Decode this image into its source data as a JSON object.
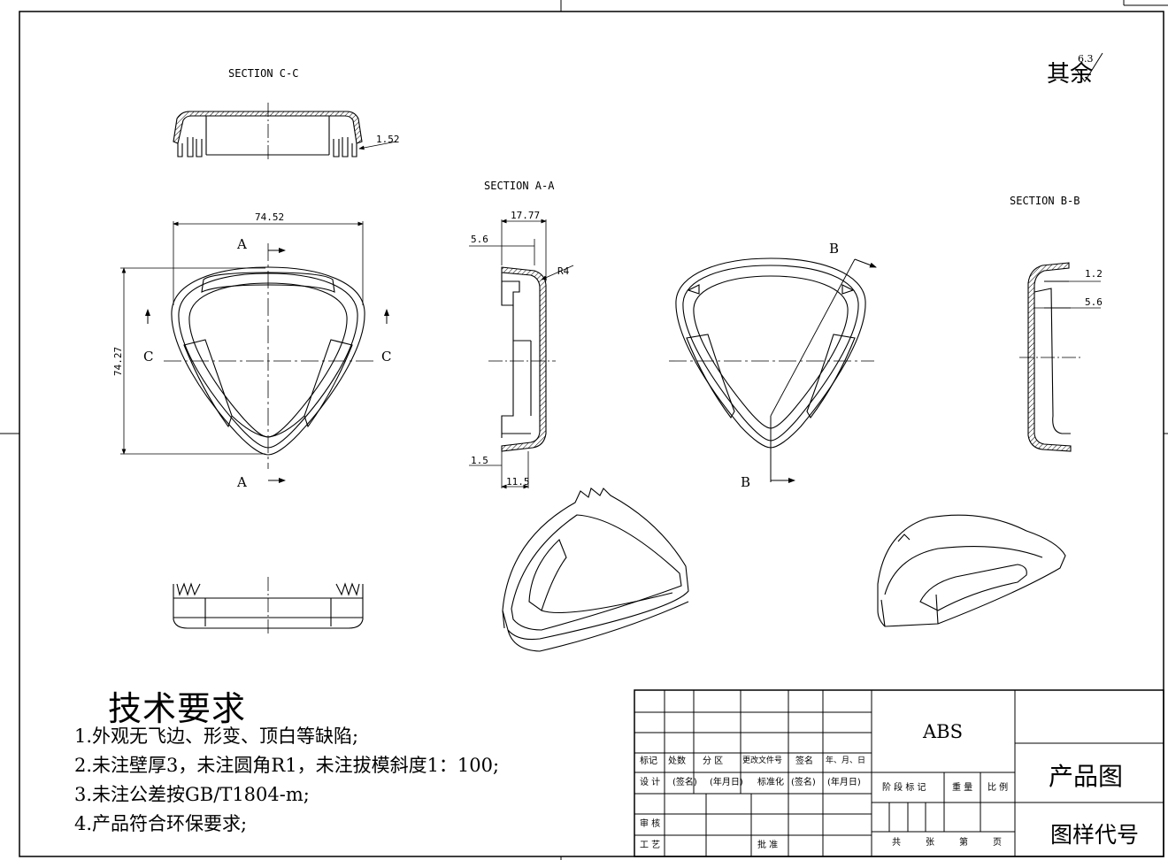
{
  "finish": {
    "label": "其余",
    "roughness": "6.3"
  },
  "sections": {
    "cc": "SECTION C-C",
    "aa": "SECTION A-A",
    "bb": "SECTION B-B"
  },
  "dimensions": {
    "width": "74.52",
    "height": "74.27",
    "cc_wall": "1.52",
    "aa_overall": "17.77",
    "aa_top": "5.6",
    "aa_radius": "R4",
    "aa_bottom_wall": "1.5",
    "aa_bottom": "11.5",
    "bb_wall": "1.2",
    "bb_step": "5.6"
  },
  "cut_labels": {
    "a_top": "A",
    "a_bottom": "A",
    "c_left": "C",
    "c_right": "C",
    "b_top": "B",
    "b_bottom": "B"
  },
  "tech": {
    "title": "技术要求",
    "items": [
      "1.外观无飞边、形变、顶白等缺陷;",
      "2.未注壁厚3，未注圆角R1，未注拔模斜度1：100;",
      "3.未注公差按GB/T1804-m;",
      "4.产品符合环保要求;"
    ]
  },
  "title_block": {
    "material": "ABS",
    "product": "产品图",
    "drawing_no": "图样代号",
    "row_headers": [
      "标记",
      "处数",
      "分 区",
      "更改文件号",
      "签名",
      "年、月、日"
    ],
    "design_row": [
      "设 计",
      "(签名)",
      "(年月日)",
      "标准化",
      "(签名)",
      "(年月日)"
    ],
    "review": "审 核",
    "process": "工 艺",
    "approve": "批 准",
    "stage": "阶 段 标 记",
    "weight": "重 量",
    "scale": "比 例",
    "sheets_total": "共",
    "sheets": "张",
    "sheet_no": "第",
    "page": "页"
  }
}
